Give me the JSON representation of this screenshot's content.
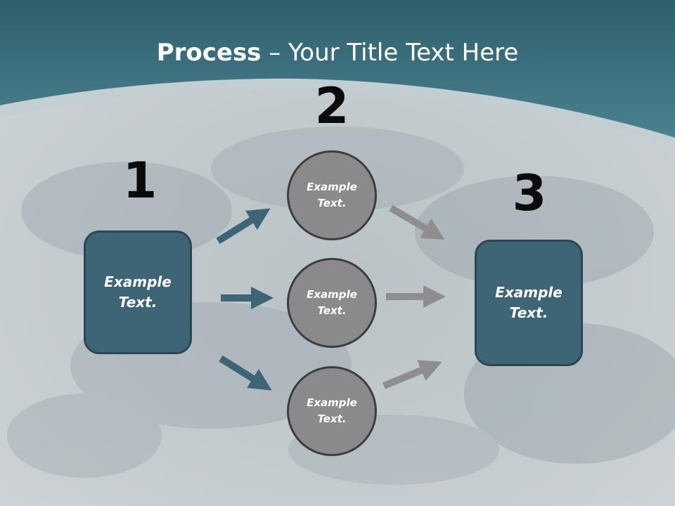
{
  "slide": {
    "title_bold": "Process",
    "title_rest": " – Your Title Text Here",
    "step_numbers": [
      "1",
      "2",
      "3"
    ],
    "left_box": "Example\nText.",
    "right_box": "Example\nText.",
    "circles": [
      "Example\nText.",
      "Example\nText.",
      "Example\nText."
    ]
  },
  "colors": {
    "header": "#3b6f7d",
    "box_fill": "#3e6575",
    "circle_fill": "#8a8a8c",
    "arrow_teal": "#3e6575",
    "arrow_gray": "#8e8e8e"
  }
}
